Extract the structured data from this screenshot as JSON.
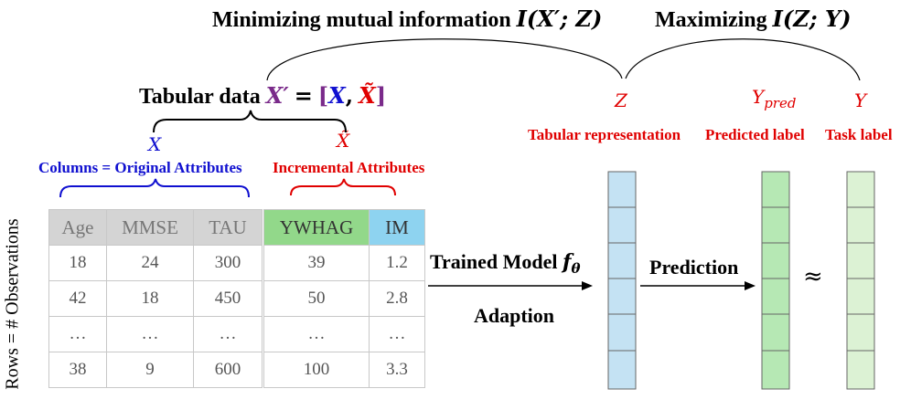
{
  "header": {
    "min_text": "Minimizing mutual information",
    "min_math": "I(X′; Z)",
    "max_text": "Maximizing",
    "max_math": "I(Z; Y)"
  },
  "tabular": {
    "title": "Tabular data",
    "xprime": "X′",
    "eq": "=",
    "lbr": "[",
    "x": "X",
    "comma": ",",
    "xtilde": "X̃",
    "rbr": "]"
  },
  "cols": {
    "x_label": "X",
    "xtilde_label": "X̃",
    "original": "Columns = Original Attributes",
    "incremental": "Incremental Attributes"
  },
  "right_labels": {
    "z_sym": "Z",
    "ypred_base": "Y",
    "ypred_sub": "pred",
    "y_sym": "Y",
    "tab_rep": "Tabular representation",
    "pred_label": "Predicted label",
    "task_label": "Task label"
  },
  "rows_label": "Rows = # Observations",
  "table_left": {
    "headers": [
      "Age",
      "MMSE",
      "TAU"
    ],
    "rows": [
      [
        "18",
        "24",
        "300"
      ],
      [
        "42",
        "18",
        "450"
      ],
      [
        "…",
        "…",
        "…"
      ],
      [
        "38",
        "9",
        "600"
      ]
    ]
  },
  "table_right": {
    "headers": [
      "YWHAG",
      "IM"
    ],
    "rows": [
      [
        "39",
        "1.2"
      ],
      [
        "50",
        "2.8"
      ],
      [
        "…",
        "…"
      ],
      [
        "100",
        "3.3"
      ]
    ]
  },
  "process": {
    "trained": "Trained Model",
    "f": "f",
    "theta": "θ",
    "adaption": "Adaption",
    "prediction": "Prediction",
    "approx": "≈"
  },
  "colors": {
    "ywhag_header": "#92d88a",
    "im_header": "#8ed3f0",
    "left_header": "#d4d4d4",
    "z_column": "#c4e2f3",
    "ypred_column": "#b6e8b4",
    "y_column": "#dcf2d4",
    "red": "#e00000",
    "blue": "#1010d0"
  }
}
